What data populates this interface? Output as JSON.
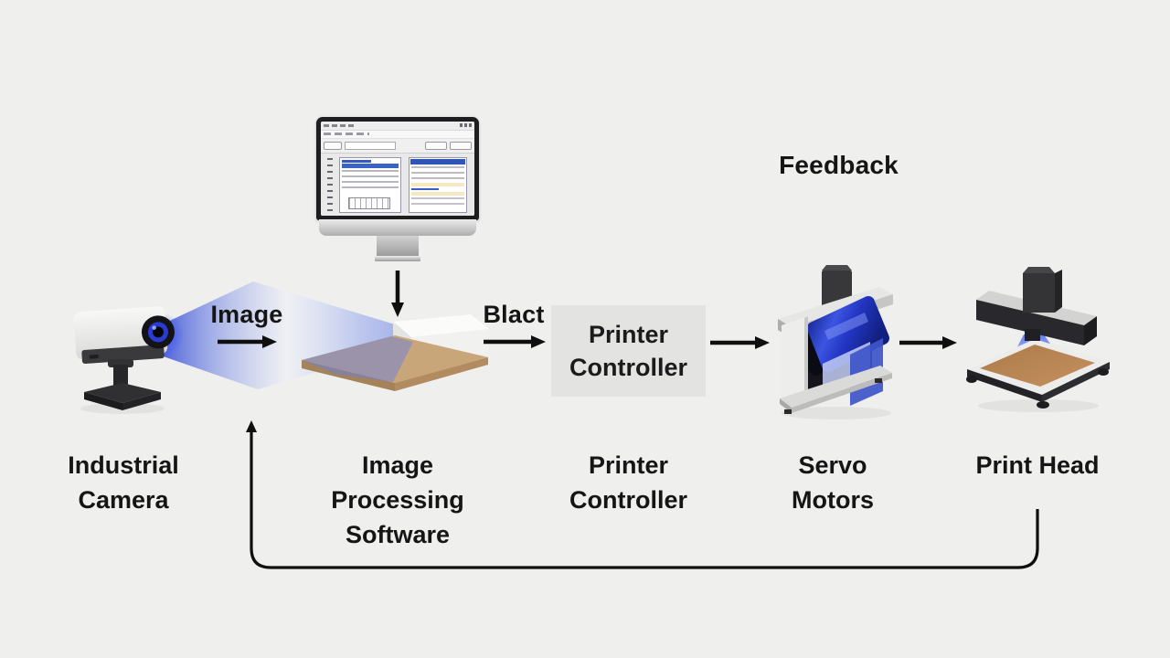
{
  "title": "Closed-loop industrial printing system diagram",
  "colors": {
    "background": "#efefed",
    "ink": "#151515",
    "arrow": "#0f0f0f",
    "printer_box_fill": "#e3e3e1",
    "beam_blue": "#4156d6",
    "roller_blue": "#2f46cf",
    "board_tan": "#c9a77b",
    "copper_plate": "#b5804f"
  },
  "flow_labels": {
    "image": "Image",
    "blact": "Blact",
    "feedback": "Feedback"
  },
  "printer_controller_box": {
    "label": "Printer Controller"
  },
  "captions": {
    "industrial_camera": "Industrial Camera",
    "image_processing_software": "Image Processing Software",
    "printer_controller": "Printer Controller",
    "servo_motors": "Servo Motors",
    "print_head": "Print Head"
  },
  "illustrations": [
    "industrial-camera-illustration",
    "camera-beam-illustration",
    "monitor-illustration",
    "board-illustration",
    "servo-motors-illustration",
    "print-head-illustration"
  ]
}
